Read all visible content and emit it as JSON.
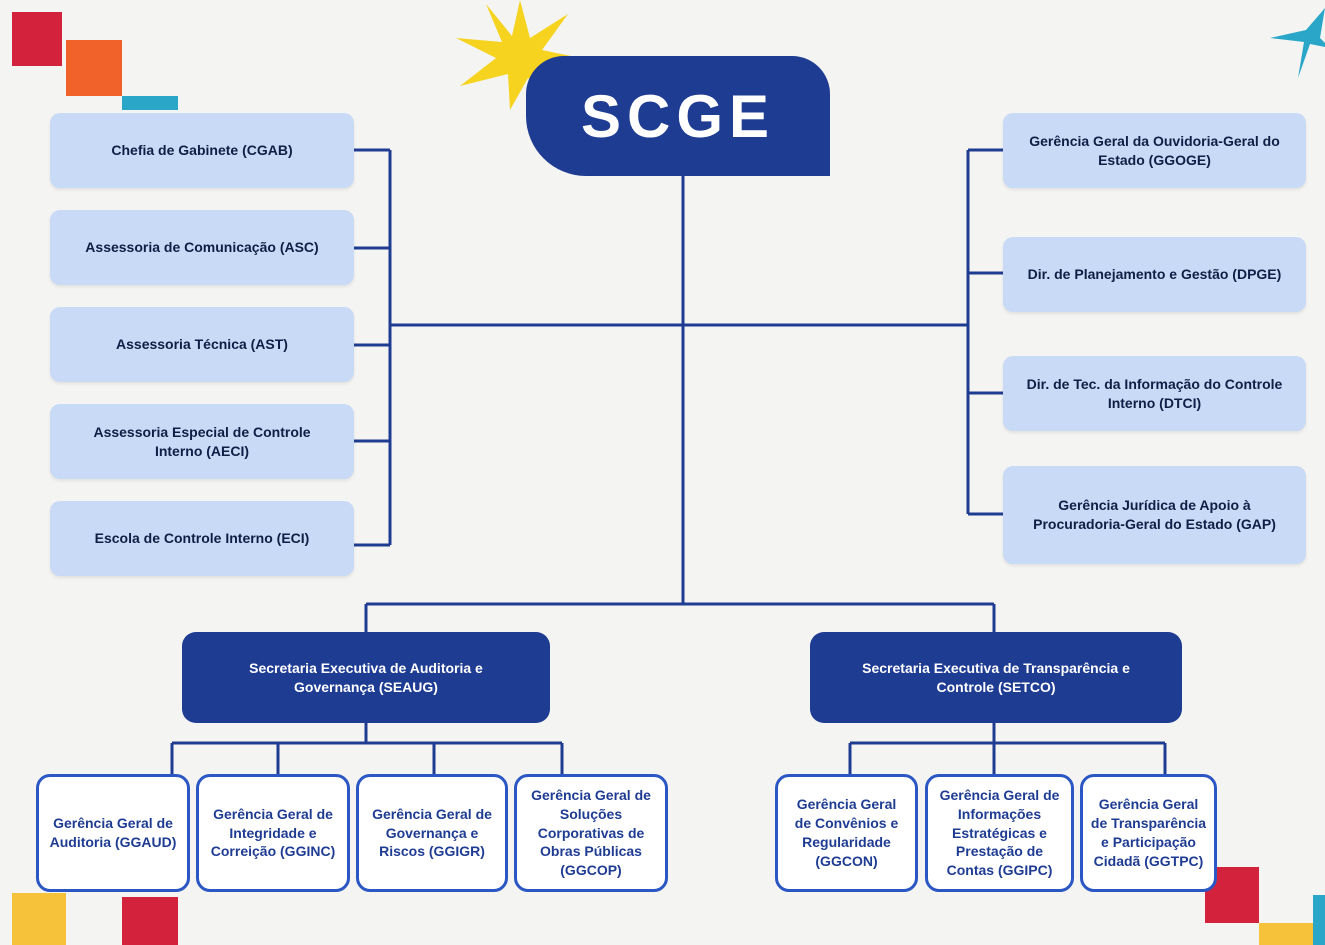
{
  "header": {
    "title": "SCGE"
  },
  "left_units": [
    "Chefia de Gabinete (CGAB)",
    "Assessoria de Comunicação (ASC)",
    "Assessoria Técnica (AST)",
    "Assessoria Especial de Controle Interno (AECI)",
    "Escola de Controle Interno (ECI)"
  ],
  "right_units": [
    "Gerência Geral da Ouvidoria-Geral do Estado (GGOGE)",
    "Dir. de Planejamento e Gestão (DPGE)",
    "Dir. de Tec. da Informação do Controle Interno (DTCI)",
    "Gerência Jurídica de Apoio à Procuradoria-Geral do Estado (GAP)"
  ],
  "secretariats": [
    {
      "name": "Secretaria Executiva de Auditoria e Governança (SEAUG)",
      "units": [
        "Gerência Geral de Auditoria (GGAUD)",
        "Gerência Geral de Integridade e Correição (GGINC)",
        "Gerência Geral de Governança e Riscos (GGIGR)",
        "Gerência Geral de Soluções Corporativas de Obras Públicas (GGCOP)"
      ]
    },
    {
      "name": "Secretaria Executiva de Transparência e Controle (SETCO)",
      "units": [
        "Gerência Geral de Convênios e Regularidade (GGCON)",
        "Gerência Geral de Informações Estratégicas e Prestação de Contas (GGIPC)",
        "Gerência Geral de Transparência e Participação Cidadã (GGTPC)"
      ]
    }
  ],
  "colors": {
    "navy": "#1f3c93",
    "light_box": "#c9daf7",
    "outline_border": "#2b57c4",
    "connector": "#1f3c93",
    "star_yellow": "#f5d31e",
    "accent_red": "#d3223c",
    "accent_orange": "#f0622a",
    "accent_teal": "#2aa6c9"
  }
}
